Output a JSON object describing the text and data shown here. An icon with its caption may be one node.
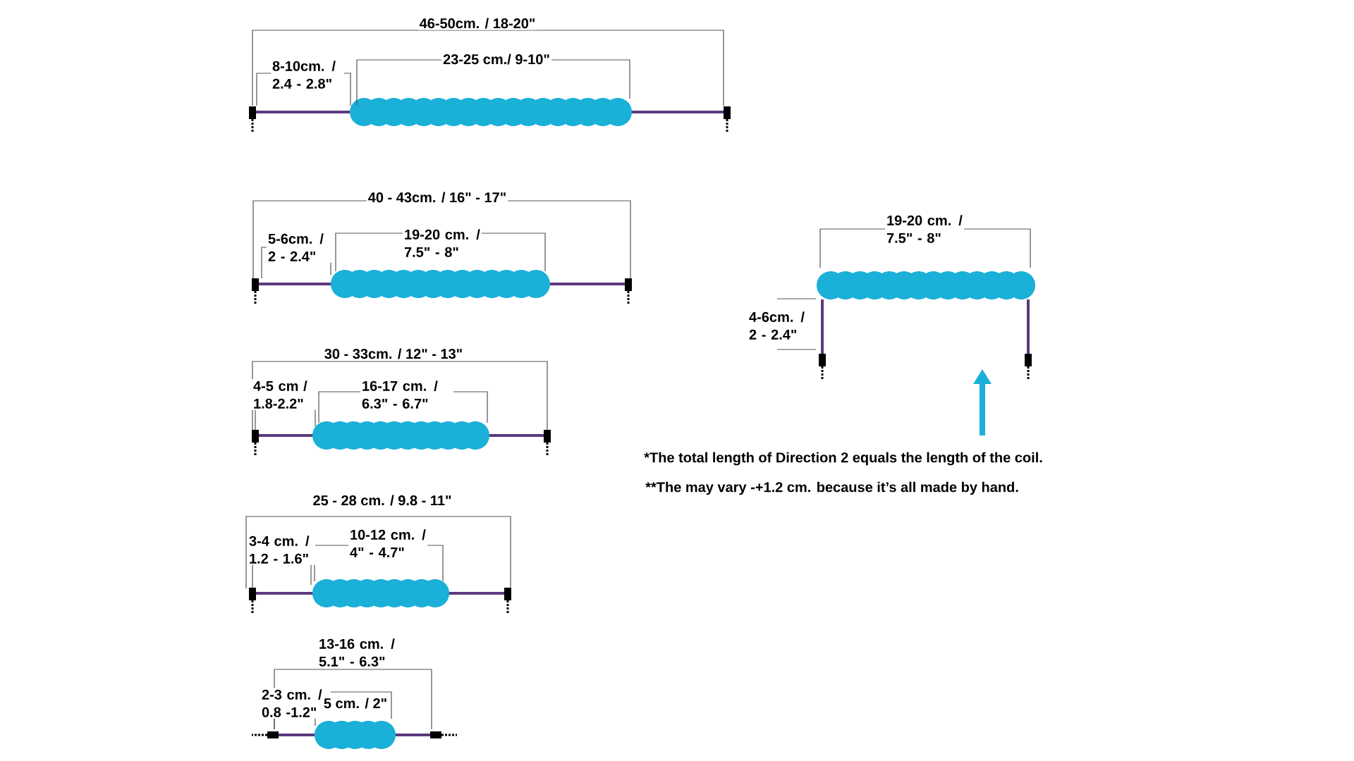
{
  "diagram": {
    "labels": [
      "46-50cm. / 18-20\"",
      "8-10cm. / 2.4 - 2.8\"",
      "23-25 cm./ 9-10\"",
      "40 - 43cm. / 16\" - 17\"",
      "5-6cm. / 2 - 2.4\"",
      "19-20 cm. / 7.5\" - 8\"",
      "19-20 cm. / 7.5\" - 8\"",
      "4-6cm. / 2 - 2.4\"",
      "30 - 33cm. / 12\" - 13\"",
      "4-5 cm / 1.8-2.2\"",
      "16-17 cm. / 6.3\" - 6.7\"",
      "*The total length of Direction 2 equals the length of the coil.",
      "**The may vary -+1.2 cm. because it’s all made by hand.",
      "25 - 28 cm. / 9.8 - 11\"",
      "3-4 cm. / 1.2 - 1.6\"",
      "10-12 cm. / 4\" - 4.7\"",
      "13-16 cm. / 5.1\" - 6.3\"",
      "2-3 cm. / 0.8 -1.2\"",
      "5 cm. / 2\""
    ]
  }
}
